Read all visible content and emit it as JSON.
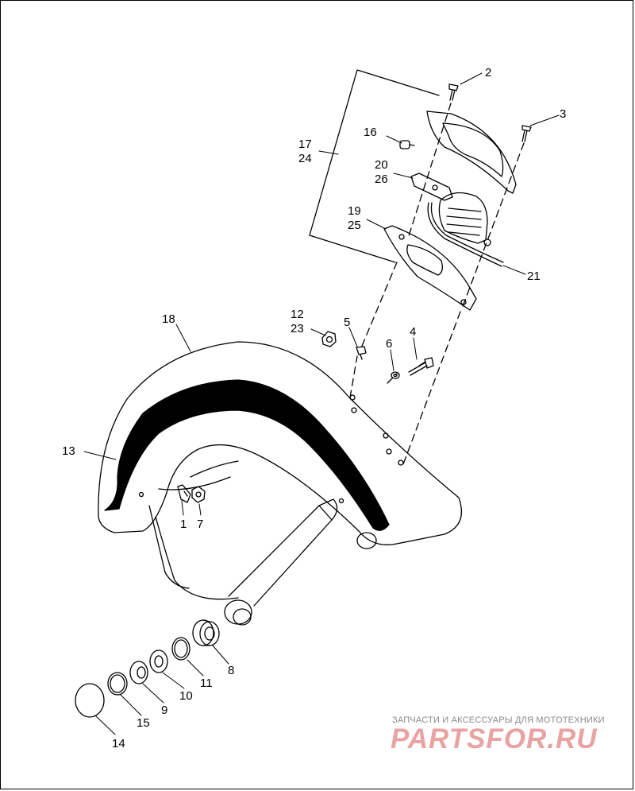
{
  "callouts": {
    "c1": "1",
    "c2": "2",
    "c3": "3",
    "c4": "4",
    "c5": "5",
    "c6": "6",
    "c7": "7",
    "c8": "8",
    "c9": "9",
    "c10": "10",
    "c11": "11",
    "c12": "12",
    "c13": "13",
    "c14": "14",
    "c15": "15",
    "c16": "16",
    "c17": "17",
    "c18": "18",
    "c19": "19",
    "c20": "20",
    "c21": "21",
    "c23": "23",
    "c24": "24",
    "c25": "25",
    "c26": "26"
  },
  "watermark": {
    "tagline": "ЗАПЧАСТИ И АКСЕССУАРЫ ДЛЯ МОТОТЕХНИКИ",
    "logo": "PARTSFOR.RU"
  },
  "colors": {
    "line": "#000000",
    "watermark_text": "#8a8a8a",
    "watermark_logo": "#e8a3a3"
  }
}
